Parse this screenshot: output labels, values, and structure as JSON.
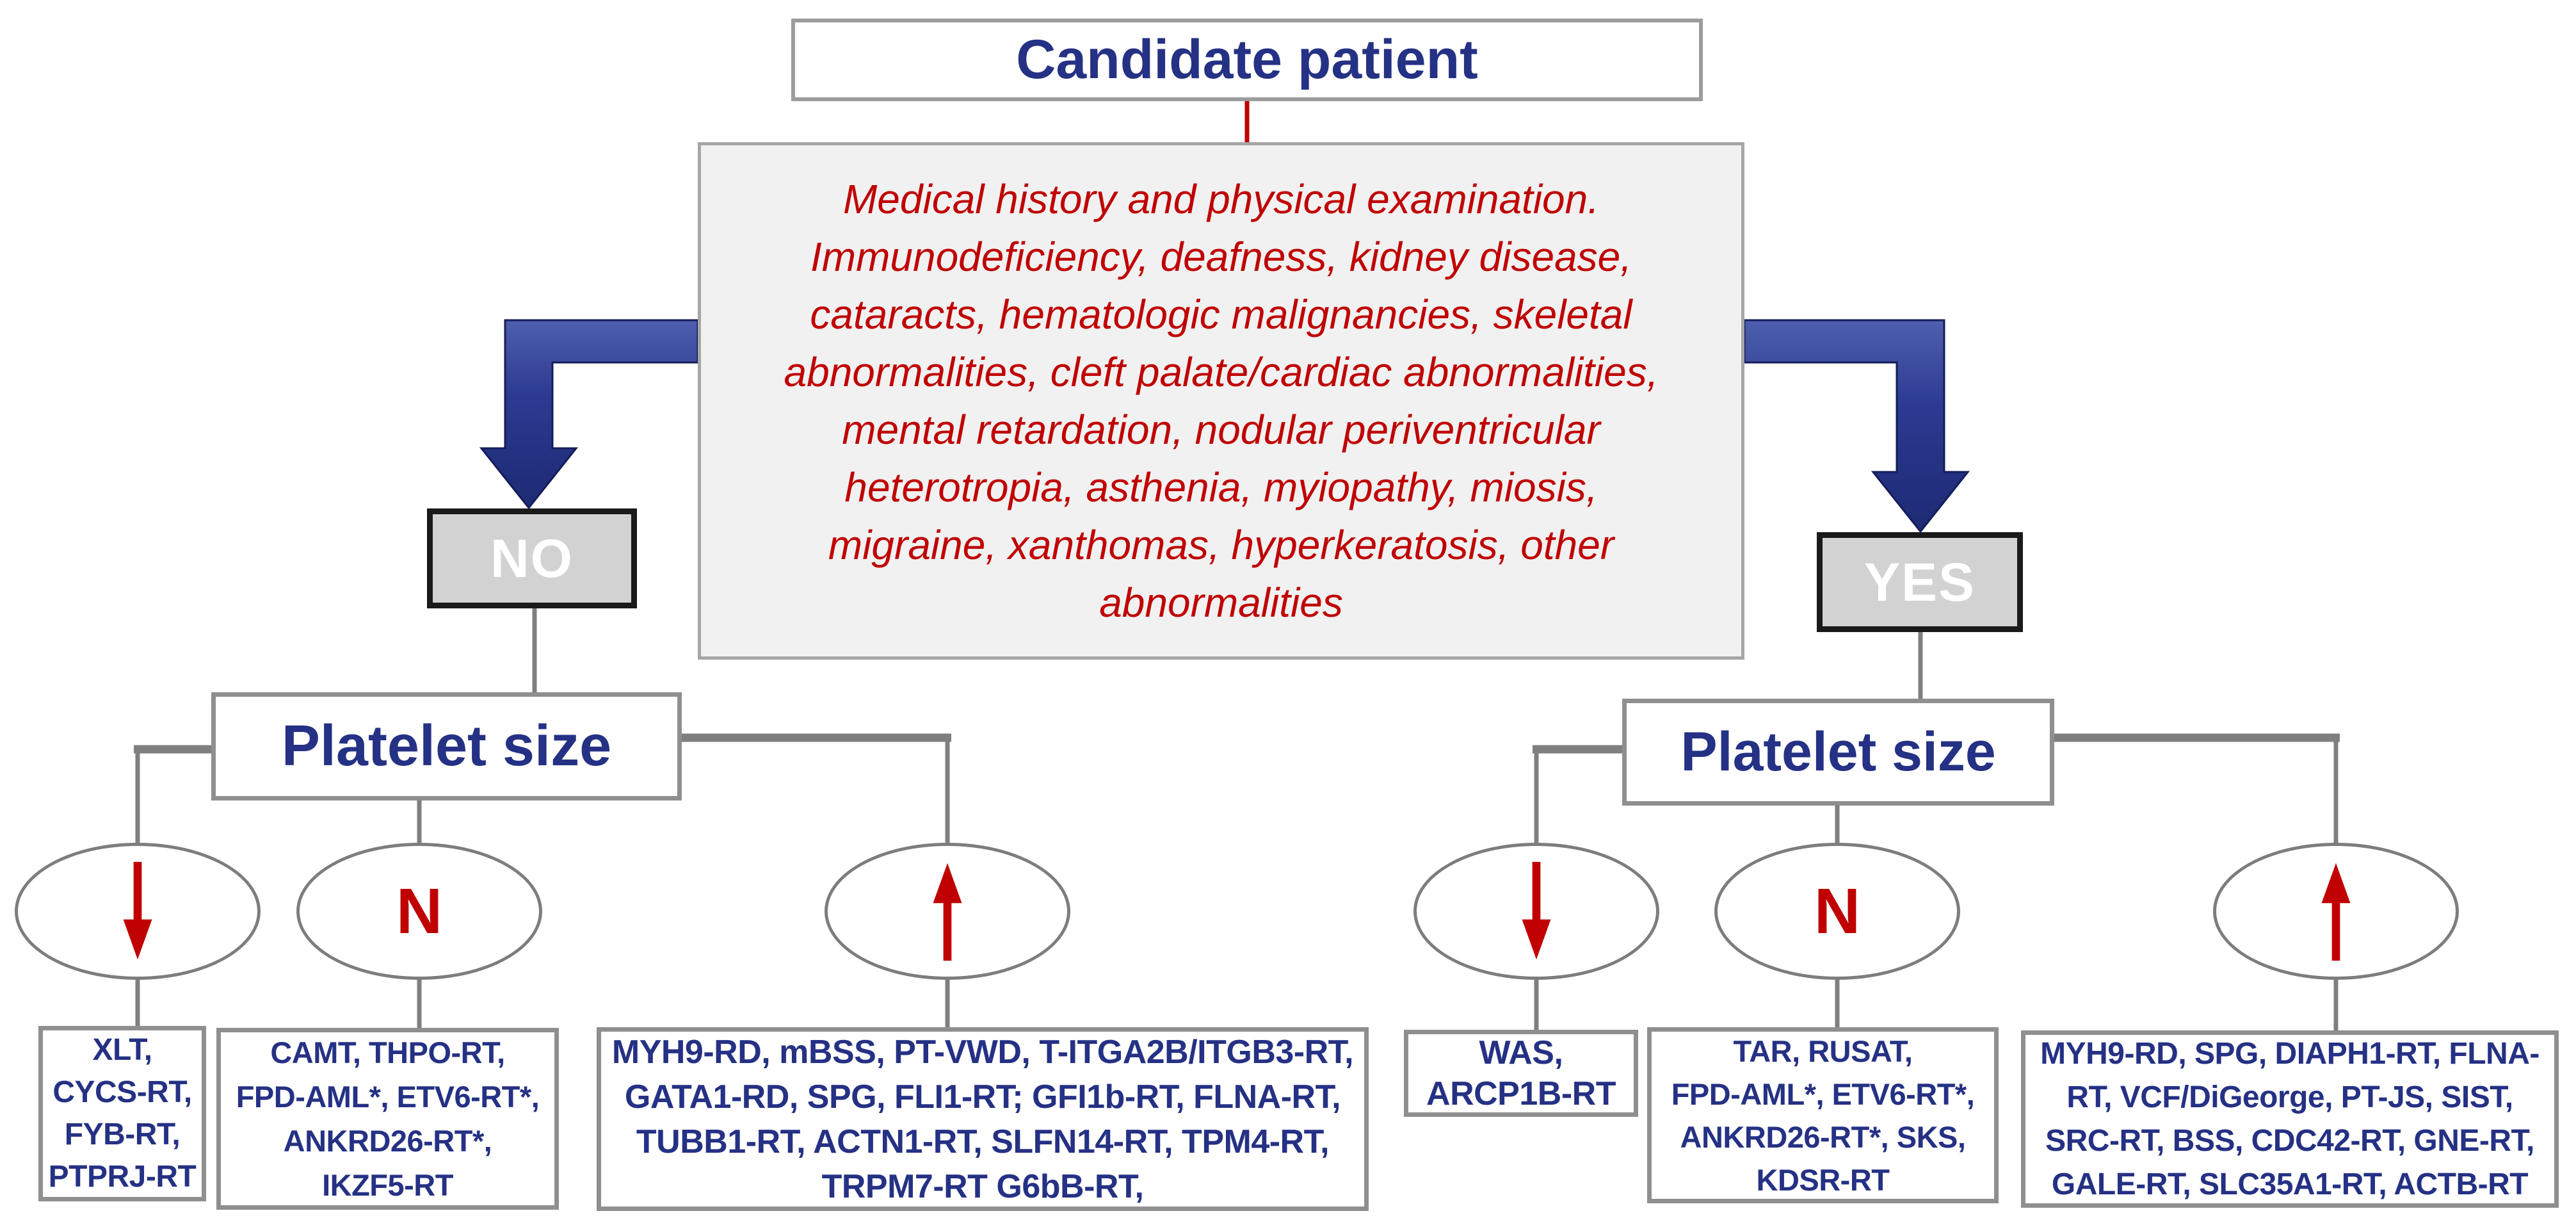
{
  "palette": {
    "navy_text": "#253184",
    "red_text": "#c00000",
    "arrow_blue": "#2c3a92",
    "arrow_blue_light": "#4f5fae",
    "arrow_blue_dark": "#1d2a73",
    "connector_gray": "#7f7f7f",
    "box_border_gray": "#8f8f8f",
    "assessment_fill": "#f1f1f1",
    "decision_fill": "#d2d2d2",
    "decision_text": "#ffffff"
  },
  "flowchart": {
    "root_label": "Candidate patient",
    "assessment_lines": [
      "Medical history and physical examination.",
      "Immunodeficiency, deafness, kidney disease,",
      "cataracts, hematologic malignancies, skeletal",
      "abnormalities, cleft palate/cardiac abnormalities,",
      "mental retardation, nodular periventricular",
      "heterotropia, asthenia, myiopathy, miosis,",
      "migraine, xanthomas, hyperkeratosis, other",
      "abnormalities"
    ],
    "left_branch": {
      "decision_label": "NO",
      "question_label": "Platelet size",
      "outcomes": [
        {
          "size": "decreased",
          "icon": "arrow-down-icon",
          "genes": [
            "XLT,",
            "CYCS-RT,",
            "FYB-RT,",
            "PTPRJ-RT"
          ]
        },
        {
          "size": "normal",
          "icon": "letter-n",
          "letter": "N",
          "genes": [
            "CAMT, THPO-RT,",
            "FPD-AML*, ETV6-RT*,",
            "ANKRD26-RT*,",
            "IKZF5-RT"
          ]
        },
        {
          "size": "increased",
          "icon": "arrow-up-icon",
          "genes": [
            "MYH9-RD, mBSS, PT-VWD, T-ITGA2B/ITGB3-RT,",
            "GATA1-RD, SPG, FLI1-RT; GFI1b-RT, FLNA-RT,",
            "TUBB1-RT, ACTN1-RT, SLFN14-RT, TPM4-RT,",
            "TRPM7-RT G6bB-RT,"
          ]
        }
      ]
    },
    "right_branch": {
      "decision_label": "YES",
      "question_label": "Platelet size",
      "outcomes": [
        {
          "size": "decreased",
          "icon": "arrow-down-icon",
          "genes": [
            "WAS,",
            "ARCP1B-RT"
          ]
        },
        {
          "size": "normal",
          "icon": "letter-n",
          "letter": "N",
          "genes": [
            "TAR, RUSAT,",
            "FPD-AML*, ETV6-RT*,",
            "ANKRD26-RT*, SKS,",
            "KDSR-RT"
          ]
        },
        {
          "size": "increased",
          "icon": "arrow-up-icon",
          "genes": [
            "MYH9-RD, SPG, DIAPH1-RT, FLNA-",
            "RT, VCF/DiGeorge, PT-JS, SIST,",
            "SRC-RT, BSS, CDC42-RT, GNE-RT,",
            "GALE-RT, SLC35A1-RT, ACTB-RT"
          ]
        }
      ]
    }
  }
}
